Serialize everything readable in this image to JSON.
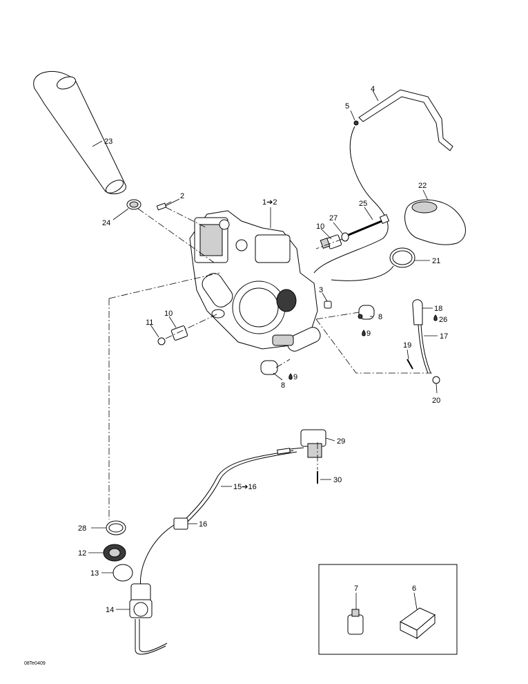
{
  "labels": {
    "p1": "1➔2",
    "p2": "2",
    "p3": "3",
    "p4": "4",
    "p5": "5",
    "p6": "6",
    "p7": "7",
    "p8a": "8",
    "p8b": "8",
    "p9a": "9",
    "p9b": "9",
    "p10a": "10",
    "p10b": "10",
    "p11": "11",
    "p12": "12",
    "p13": "13",
    "p14": "14",
    "p15": "15➔16",
    "p16": "16",
    "p17": "17",
    "p18": "18",
    "p19": "19",
    "p20": "20",
    "p21": "21",
    "p22": "22",
    "p23": "23",
    "p24": "24",
    "p25": "25",
    "p26": "26",
    "p27": "27",
    "p28": "28",
    "p29": "29",
    "p30": "30"
  },
  "drawing_code": "08Te0409"
}
